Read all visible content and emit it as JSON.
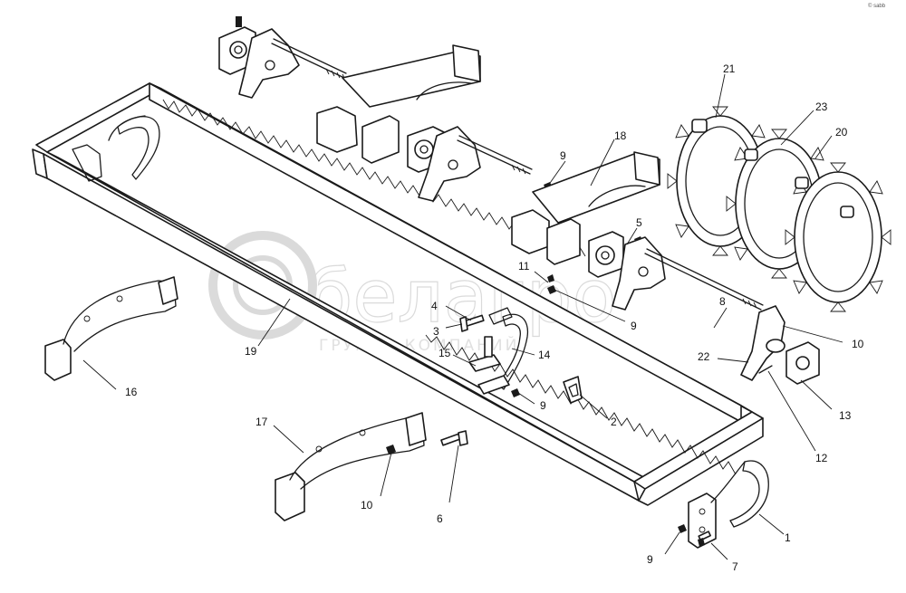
{
  "watermark": {
    "brand": "белагро",
    "subtitle": "ГРУППА КОМПАНИЙ",
    "color": "#bdbdbd"
  },
  "corner_mark": "© sabb",
  "callouts": [
    {
      "id": "c1",
      "label": "1"
    },
    {
      "id": "c2",
      "label": "2"
    },
    {
      "id": "c3",
      "label": "3"
    },
    {
      "id": "c4",
      "label": "4"
    },
    {
      "id": "c5",
      "label": "5"
    },
    {
      "id": "c6",
      "label": "6"
    },
    {
      "id": "c7",
      "label": "7"
    },
    {
      "id": "c8",
      "label": "8"
    },
    {
      "id": "c9a",
      "label": "9"
    },
    {
      "id": "c9b",
      "label": "9"
    },
    {
      "id": "c9c",
      "label": "9"
    },
    {
      "id": "c9d",
      "label": "9"
    },
    {
      "id": "c10a",
      "label": "10"
    },
    {
      "id": "c10b",
      "label": "10"
    },
    {
      "id": "c11",
      "label": "11"
    },
    {
      "id": "c12",
      "label": "12"
    },
    {
      "id": "c13",
      "label": "13"
    },
    {
      "id": "c14",
      "label": "14"
    },
    {
      "id": "c15",
      "label": "15"
    },
    {
      "id": "c16",
      "label": "16"
    },
    {
      "id": "c17",
      "label": "17"
    },
    {
      "id": "c18",
      "label": "18"
    },
    {
      "id": "c19",
      "label": "19"
    },
    {
      "id": "c20",
      "label": "20"
    },
    {
      "id": "c21",
      "label": "21"
    },
    {
      "id": "c22",
      "label": "22"
    },
    {
      "id": "c23",
      "label": "23"
    }
  ]
}
